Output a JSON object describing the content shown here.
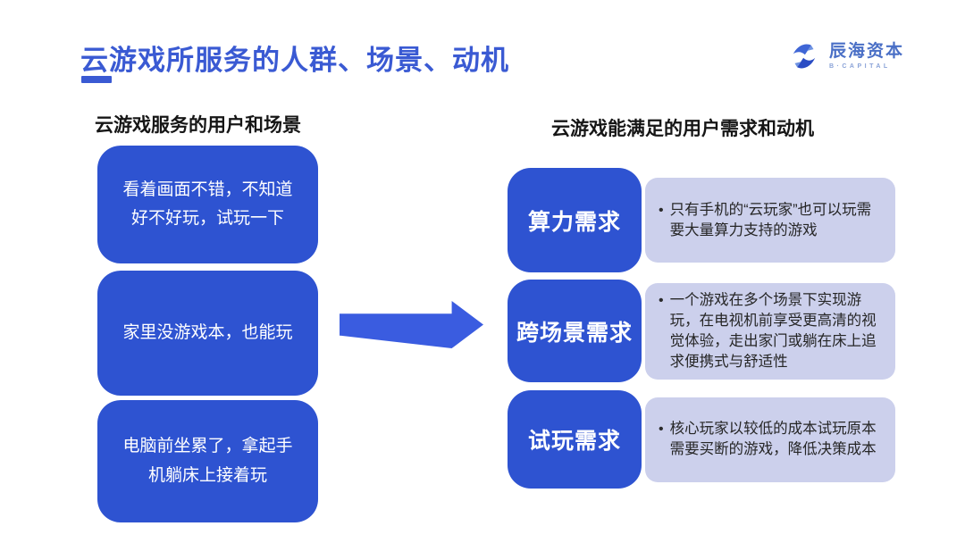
{
  "header": {
    "title": "云游戏所服务的人群、场景、动机",
    "logo_text": "辰海资本",
    "logo_subtitle": "B·CAPITAL"
  },
  "left_panel": {
    "header": "云游戏服务的用户和场景",
    "scenarios": [
      {
        "text": "看着画面不错，不知道好不好玩，试玩一下"
      },
      {
        "text": "家里没游戏本，也能玩"
      },
      {
        "text": "电脑前坐累了，拿起手机躺床上接着玩"
      }
    ]
  },
  "right_panel": {
    "header": "云游戏能满足的用户需求和动机",
    "needs": [
      {
        "label": "算力需求",
        "bullet": "•",
        "description": "只有手机的“云玩家”也可以玩需要大量算力支持的游戏"
      },
      {
        "label": "跨场景需求",
        "bullet": "•",
        "description": "一个游戏在多个场景下实现游玩，在电视机前享受更高清的视觉体验，走出家门或躺在床上追求便携式与舒适性"
      },
      {
        "label": "试玩需求",
        "bullet": "•",
        "description": "核心玩家以较低的成本试玩原本需要买断的游戏，降低决策成本"
      }
    ]
  },
  "colors": {
    "primary_blue": "#2e53d1",
    "arrow_blue": "#3a5ce0",
    "title_blue": "#3a5ad3",
    "lavender": "#ccd0ec",
    "logo_blue": "#4a6fc6",
    "text_dark": "#262626",
    "background": "#ffffff"
  }
}
